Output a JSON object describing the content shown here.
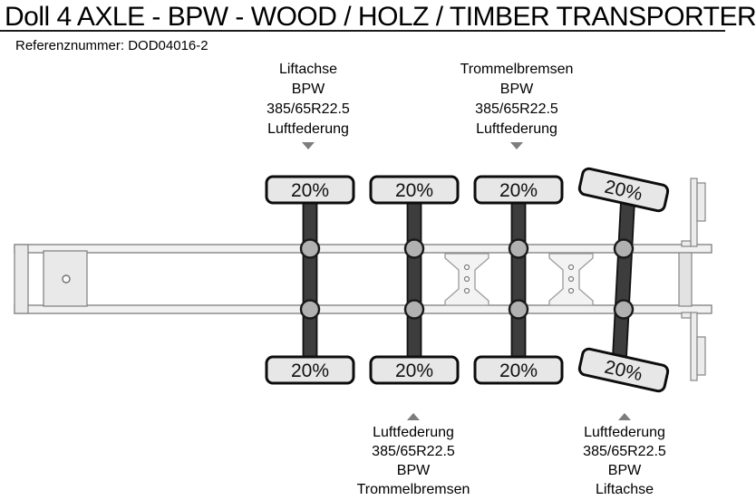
{
  "header": {
    "title": "Doll 4 AXLE - BPW - WOOD / HOLZ / TIMBER TRANSPORTER",
    "reference": "Referenznummer: DOD04016-2"
  },
  "callouts": {
    "top_left": {
      "lines": [
        "Liftachse",
        "BPW",
        "385/65R22.5",
        "Luftfederung"
      ],
      "pointer": "down"
    },
    "top_right": {
      "lines": [
        "Trommelbremsen",
        "BPW",
        "385/65R22.5",
        "Luftfederung"
      ],
      "pointer": "down"
    },
    "bottom_left": {
      "lines": [
        "Luftfederung",
        "385/65R22.5",
        "BPW",
        "Trommelbremsen"
      ],
      "pointer": "up"
    },
    "bottom_right": {
      "lines": [
        "Luftfederung",
        "385/65R22.5",
        "BPW",
        "Liftachse"
      ],
      "pointer": "up"
    }
  },
  "diagram": {
    "type": "trailer-top-view-schematic",
    "axles": [
      {
        "name": "axle-1",
        "top_load": "20%",
        "bottom_load": "20%"
      },
      {
        "name": "axle-2",
        "top_load": "20%",
        "bottom_load": "20%"
      },
      {
        "name": "axle-3",
        "top_load": "20%",
        "bottom_load": "20%"
      },
      {
        "name": "axle-4",
        "top_load": "20%",
        "bottom_load": "20%"
      }
    ],
    "colors": {
      "tire_fill": "#e7e7e7",
      "axle_bar": "#3d3d3d",
      "hub_fill": "#b1b1b1",
      "frame_fill": "#f1f1f1",
      "pointer_gray": "#7d7d7d",
      "text": "#000000"
    }
  }
}
